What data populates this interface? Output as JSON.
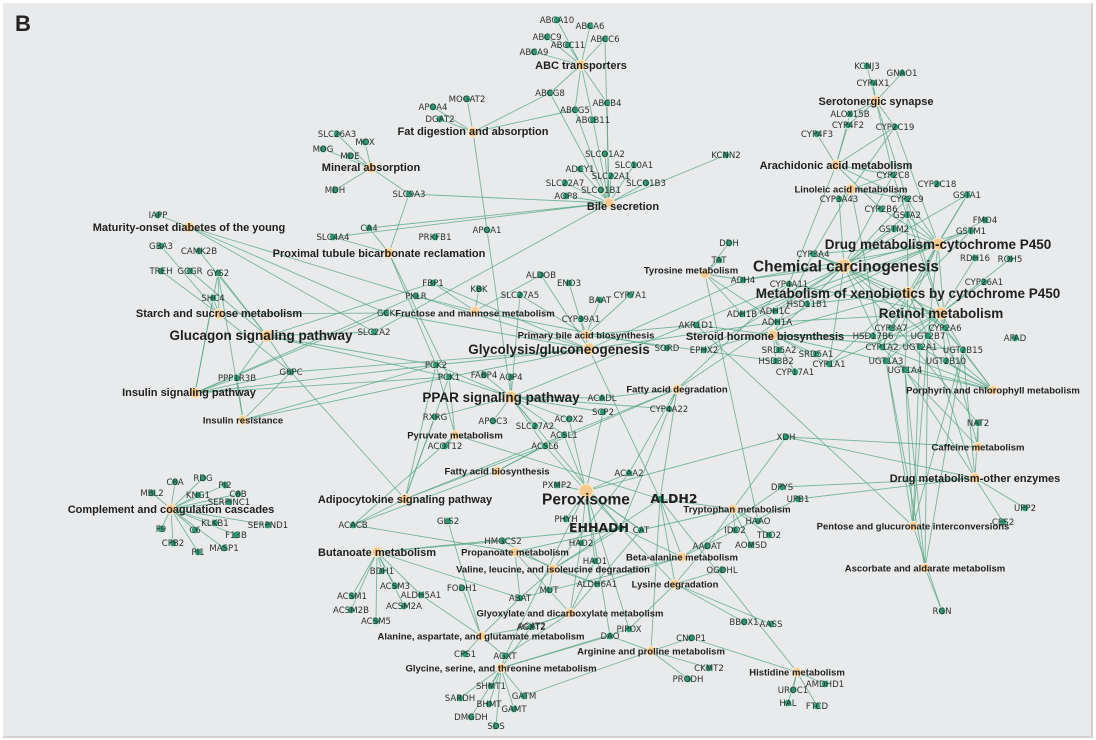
{
  "panel_label": "B",
  "colors": {
    "edge": "#4fa47f",
    "gene_node": "#2e9a73",
    "pathway_node": "#f7c98c",
    "background": "#e9eaeb"
  },
  "pathways": [
    "ABC transporters",
    "Fat digestion and absorption",
    "Mineral absorption",
    "Serotonergic synapse",
    "Arachidonic acid metabolism",
    "Linoleic acid metabolism",
    "Bile secretion",
    "Maturity-onset diabetes of the young",
    "Proximal tubule bicarbonate reclamation",
    "Drug metabolism-cytochrome P450",
    "Chemical carcinogenesis",
    "Tyrosine metabolism",
    "Metabolism of xenobiotics by cytochrome P450",
    "Retinol metabolism",
    "Starch and sucrose metabolism",
    "Fructose and mannose metabolism",
    "Glucagon signaling pathway",
    "Primary bile acid biosynthesis",
    "Steroid hormone biosynthesis",
    "Glycolysis/gluconeogenesis",
    "Insulin signaling pathway",
    "PPAR signaling pathway",
    "Fatty acid degradation",
    "Porphyrin and chlorophyll metabolism",
    "Insulin resistance",
    "Pyruvate metabolism",
    "Caffeine metabolism",
    "Fatty acid biosynthesis",
    "Drug metabolism-other enzymes",
    "Adipocytokine signaling pathway",
    "Peroxisome",
    "Complement and coagulation cascades",
    "Tryptophan metabolism",
    "Pentose and glucuronate interconversions",
    "Butanoate metabolism",
    "Propanoate metabolism",
    "Beta-alanine metabolism",
    "Valine, leucine, and isoleucine degradation",
    "Ascorbate and aldarate metabolism",
    "Lysine degradation",
    "Glyoxylate and dicarboxylate metabolism",
    "Alanine, aspartate, and glutamate metabolism",
    "Arginine and proline metabolism",
    "Glycine, serine, and threonine metabolism",
    "Histidine metabolism"
  ],
  "genes": [
    "ABCA10",
    "ABCA6",
    "ABCC9",
    "ABCC6",
    "ABCC11",
    "ABCA9",
    "ABCG8",
    "ABCB4",
    "ABCG5",
    "ABCB11",
    "KCNJ3",
    "GNAO1",
    "CYP4X1",
    "ALOX15B",
    "CYP4F2",
    "CYP2C19",
    "CYP4F3",
    "KCNN2",
    "CYP2C8",
    "CYP2C18",
    "CYP3A43",
    "CYP2C9",
    "CYP2B6",
    "GSTA1",
    "GSTA2",
    "GSTM2",
    "FMO4",
    "GSTM1",
    "RDH16",
    "ROH5",
    "MOGAT2",
    "APOA4",
    "DGAT2",
    "SLC26A3",
    "MOX",
    "MOG",
    "MDE",
    "MDH",
    "SLC9A3",
    "SLCO1A2",
    "SLC10A1",
    "ADCY1",
    "SLC22A1",
    "SLC22A7",
    "SLCO1B3",
    "AOP8",
    "SLCO1B1",
    "IAPP",
    "GBA3",
    "CAMK2B",
    "TREH",
    "GCGR",
    "GYS2",
    "SHC4",
    "SLC4A4",
    "CA4",
    "PRKFB1",
    "APOA1",
    "DDH",
    "TAT",
    "ADH4",
    "CYP4A11",
    "HSD11B1",
    "ADH1B",
    "ADH1C",
    "ADH1A",
    "CYP3A4",
    "CYP26A1",
    "FBP1",
    "PKLR",
    "KBK",
    "GCK",
    "SLC2A2",
    "ALDOB",
    "SLC27A5",
    "ENO3",
    "BAAT",
    "CYP7A1",
    "AKR1D1",
    "CYP39A1",
    "SORD",
    "EPHX2",
    "CYP3A7",
    "UGT2B7",
    "CYP2A6",
    "HSD17B6",
    "CYP1A2",
    "UGT2A1",
    "UGT2B15",
    "AFAD",
    "SRD5A2",
    "SRD5A1",
    "HSD3B2",
    "CYP1A1",
    "UGT1A3",
    "UGT2B10",
    "CYP17A1",
    "UGT1A4",
    "PCK2",
    "G6PC",
    "PPP1R3B",
    "PCK1",
    "FABP4",
    "AQP4",
    "RXRG",
    "ACADL",
    "SCP2",
    "CYP4A22",
    "APOC3",
    "SLC27A2",
    "ACOX2",
    "ACSL1",
    "ACOT12",
    "ACSL6",
    "XDH",
    "NAT2",
    "PXMP2",
    "ACAA2",
    "ACACB",
    "GLS2",
    "PHYH",
    "HMGCS2",
    "HAO2",
    "CAT",
    "DPYS",
    "UPB1",
    "HAAO",
    "IDO2",
    "TDO2",
    "AADAT",
    "AOMSD",
    "UPP2",
    "CES2",
    "ACSM1",
    "ACSM3",
    "ACSM2B",
    "ACSM2A",
    "ACSM5",
    "BDH1",
    "ALDH5A1",
    "FODH1",
    "HAO1",
    "ALDH6A1",
    "ABAT",
    "MUT",
    "OGDHL",
    "ACAT2",
    "AGXT2",
    "PIPOX",
    "DAO",
    "CNOP1",
    "BBOX1",
    "AASS",
    "CPS1",
    "AGXT",
    "CKMT2",
    "PRODH",
    "SHMT1",
    "SARDH",
    "BHMT",
    "GATM",
    "GAMT",
    "DMGDH",
    "SDS",
    "UROC1",
    "AMDHD1",
    "HAL",
    "FTCD",
    "RGN",
    "ALDH2",
    "EHHADH",
    "C8A",
    "RDG",
    "PI2",
    "MBL2",
    "KNG1",
    "C8B",
    "SERPINC1",
    "C6",
    "F13B",
    "KLKB1",
    "F9",
    "SERPND1",
    "CPB2",
    "MASP1",
    "PI1"
  ]
}
